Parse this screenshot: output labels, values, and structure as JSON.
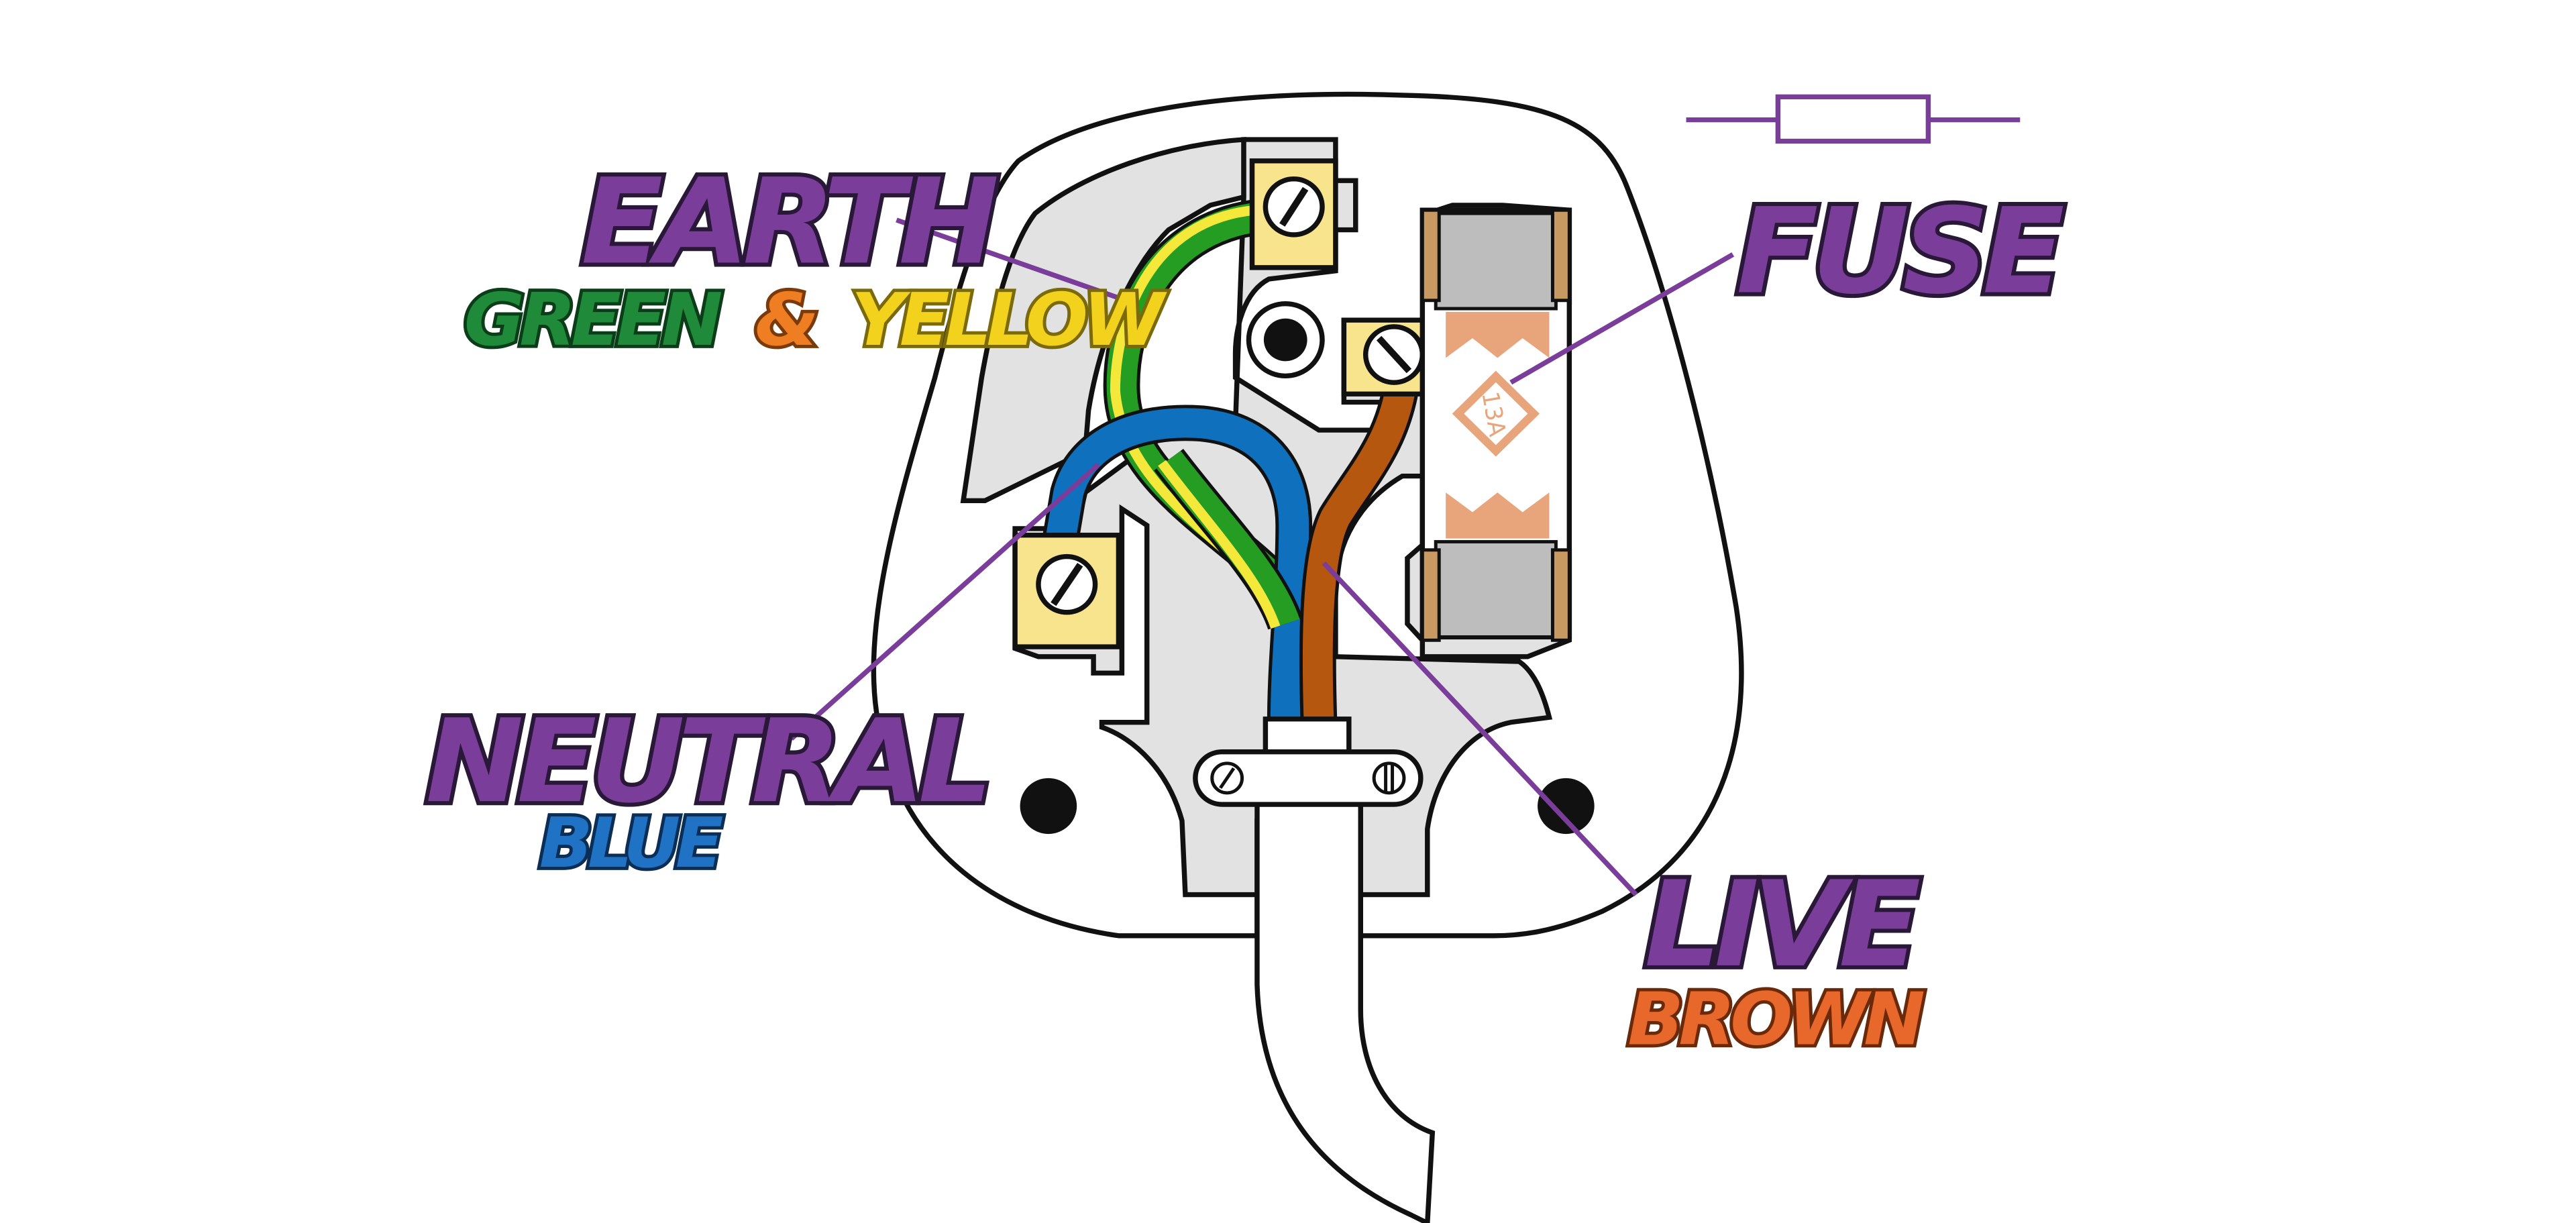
{
  "labels": {
    "earth": {
      "title": "EARTH",
      "green": "GREEN",
      "amp": "&",
      "yellow": "YELLOW"
    },
    "neutral": {
      "title": "NEUTRAL",
      "color": "BLUE"
    },
    "live": {
      "title": "LIVE",
      "color": "BROWN"
    },
    "fuse": {
      "title": "FUSE",
      "rating": "13A"
    }
  },
  "colors": {
    "label_purple": "#7a3d9a",
    "green": "#1e8a3a",
    "amp_orange": "#ef7d22",
    "yellow": "#f2d21c",
    "blue": "#1f72c4",
    "brown_text": "#e8672a",
    "live_wire": "#b6570f",
    "neutral_wire": "#0f70be",
    "earth_green": "#259d22",
    "earth_yellow": "#f4e83a",
    "terminal": "#f7e48c",
    "fuse_body": "#e8a57c",
    "plug_inner": "#e2e2e2",
    "pointer": "#7a3d9a"
  },
  "icons": [
    "fuse-symbol-icon",
    "screw-icon"
  ]
}
